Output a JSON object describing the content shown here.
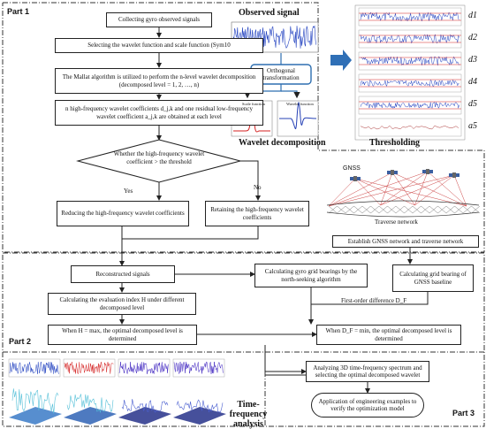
{
  "parts": {
    "part1": "Part 1",
    "part2": "Part 2",
    "part3": "Part 3"
  },
  "part1_flow": {
    "collect": "Collecting gyro observed signals",
    "select": "Selecting the wavelet function and scale function (Sym10",
    "mallat": "The Mallat algorithm is utilized to perform the n-level wavelet decomposition (decomposed level = 1, 2, …, n)",
    "coeffs": "n high-frequency wavelet coefficients d_j,k and one residual low-frequency wavelet coefficient a_j,k are obtained at each level",
    "decision": "Whether the high-frequency wavelet coefficient > the threshold",
    "yes": "Yes",
    "no": "No",
    "reduce": "Reducing the high-frequency wavelet coefficients",
    "retain": "Retaining the high-frequency wavelet coefficients"
  },
  "observed_panel": {
    "title": "Observed signal",
    "orthogonal": "Orthogonal transformation",
    "scale_function": "Scale function",
    "wavelet_function": "Wavelet function",
    "wavelet_decomposition": "Wavelet decomposition"
  },
  "thresholding": {
    "title": "Thresholding",
    "labels": [
      "d1",
      "d2",
      "d3",
      "d4",
      "d5",
      "a5"
    ]
  },
  "network": {
    "gnss": "GNSS",
    "traverse": "Traverse network"
  },
  "part2_flow": {
    "establish": "Establish GNSS network and traverse network",
    "reconstructed": "Reconstructed signals",
    "gyro_bearings": "Calculating gyro grid bearings by the north-seeking algorithm",
    "grid_bearing": "Calculating grid bearing of GNSS baseline",
    "eval_index": "Calculating the evaluation index H under different decomposed level",
    "first_order": "First-order difference D_F",
    "h_max": "When H = max, the optimal decomposed level is determined",
    "dy_min": "When D_F = min, the optimal decomposed level is determined"
  },
  "part3_flow": {
    "tf_title": "Time-frequency analysis",
    "analyze3d": "Analyzing 3D time-frequency spectrum and selecting the optimal decomposed wavelet",
    "application": "Application of engineering examples to verify the optimization model"
  },
  "colors": {
    "signal_blue": "#1f3fbf",
    "signal_red": "#d42020",
    "accent_blue": "#2e6fb0",
    "arrow_blue": "#2f6fb6"
  }
}
